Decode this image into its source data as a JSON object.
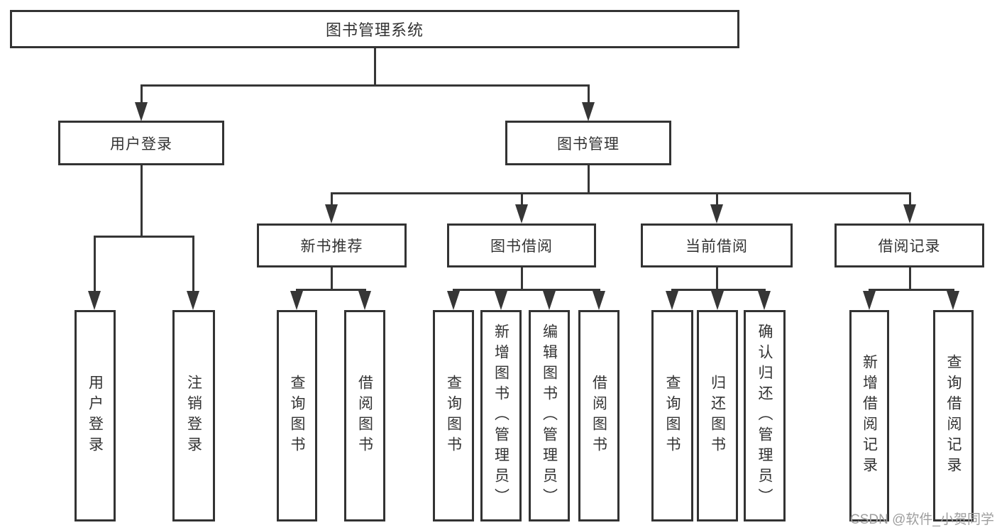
{
  "diagram": {
    "watermark": "CSDN @软件_小贺同学",
    "colors": {
      "line": "#363636",
      "border": "#333333",
      "text": "#333333",
      "background": "#ffffff",
      "watermark": "#9e9e9e"
    },
    "nodes": {
      "root": "图书管理系统",
      "user_login": "用户登录",
      "book_mgmt": "图书管理",
      "new_book_rec": "新书推荐",
      "book_borrow": "图书借阅",
      "current_borrow": "当前借阅",
      "borrow_records": "借阅记录",
      "leaf_user_login": "用户登录",
      "leaf_logout": "注销登录",
      "leaf_query_book_1": "查询图书",
      "leaf_borrow_book_1": "借阅图书",
      "leaf_query_book_2": "查询图书",
      "leaf_add_book_admin": "新增图书（管理员）",
      "leaf_edit_book_admin": "编辑图书（管理员）",
      "leaf_borrow_book_2": "借阅图书",
      "leaf_query_book_3": "查询图书",
      "leaf_return_book": "归还图书",
      "leaf_confirm_return_admin": "确认归还（管理员）",
      "leaf_add_borrow_record": "新增借阅记录",
      "leaf_query_borrow_record": "查询借阅记录"
    }
  }
}
